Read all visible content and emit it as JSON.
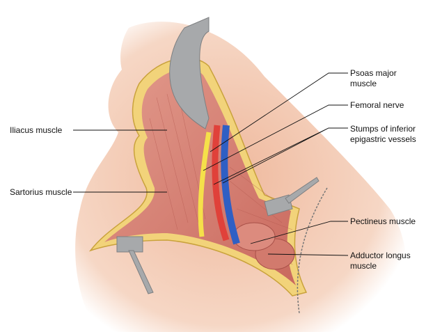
{
  "labels": {
    "psoas": [
      "Psoas major",
      "muscle"
    ],
    "femoral_nerve": "Femoral nerve",
    "stumps": [
      "Stumps of inferior",
      "epigastric vessels"
    ],
    "iliacus": "Iliacus muscle",
    "sartorius": "Sartorius muscle",
    "pectineus": "Pectineus muscle",
    "adductor": [
      "Adductor longus",
      "muscle"
    ]
  },
  "colors": {
    "skin": "#f2c9b0",
    "fat": "#f2d37a",
    "muscle": "#d9857a",
    "artery": "#e0413a",
    "vein": "#2f5fc4",
    "nerve": "#f5e04a",
    "retractor": "#a7a9ab"
  }
}
